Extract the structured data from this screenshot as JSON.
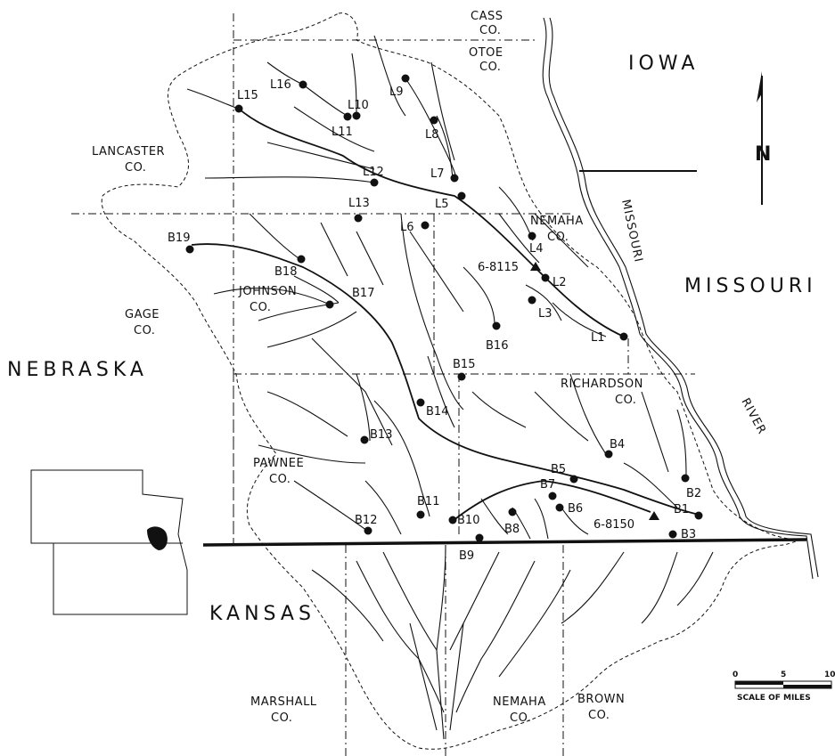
{
  "regions": {
    "iowa": "IOWA",
    "missouri": "MISSOURI",
    "nebraska": "NEBRASKA",
    "kansas": "KANSAS"
  },
  "counties": {
    "cass_1": "CASS",
    "cass_2": "CO.",
    "otoe_1": "OTOE",
    "otoe_2": "CO.",
    "lancaster_1": "LANCASTER",
    "lancaster_2": "CO.",
    "nemaha_ne_1": "NEMAHA",
    "nemaha_ne_2": "CO.",
    "johnson_1": "JOHNSON",
    "johnson_2": "CO.",
    "gage_1": "GAGE",
    "gage_2": "CO.",
    "richardson_1": "RICHARDSON",
    "richardson_2": "CO.",
    "pawnee_1": "PAWNEE",
    "pawnee_2": "CO.",
    "marshall_1": "MARSHALL",
    "marshall_2": "CO.",
    "nemaha_ks_1": "NEMAHA",
    "nemaha_ks_2": "CO.",
    "brown_1": "BROWN",
    "brown_2": "CO."
  },
  "river_labels": {
    "missouri_river_1": "MISSOURI",
    "missouri_river_2": "RIVER"
  },
  "stations": {
    "L1": "L1",
    "L2": "L2",
    "L3": "L3",
    "L4": "L4",
    "L5": "L5",
    "L6": "L6",
    "L7": "L7",
    "L8": "L8",
    "L9": "L9",
    "L10": "L10",
    "L11": "L11",
    "L12": "L12",
    "L13": "L13",
    "L15": "L15",
    "L16": "L16",
    "B1": "B1",
    "B2": "B2",
    "B3": "B3",
    "B4": "B4",
    "B5": "B5",
    "B6": "B6",
    "B7": "B7",
    "B8": "B8",
    "B9": "B9",
    "B10": "B10",
    "B11": "B11",
    "B12": "B12",
    "B13": "B13",
    "B14": "B14",
    "B15": "B15",
    "B16": "B16",
    "B17": "B17",
    "B18": "B18",
    "B19": "B19"
  },
  "gauges": {
    "g1": "6-8115",
    "g2": "6-8150"
  },
  "north_arrow": "N",
  "scale": {
    "label": "SCALE OF MILES",
    "ticks": [
      "0",
      "5",
      "10"
    ]
  }
}
